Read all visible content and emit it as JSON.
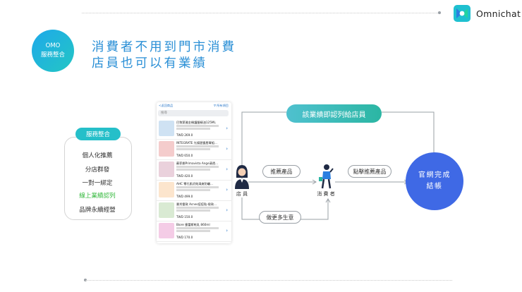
{
  "brand": {
    "name": "Omnichat"
  },
  "badge": {
    "line1": "OMO",
    "line2": "服務整合"
  },
  "headline": {
    "line1": "消費者不用到門市消費",
    "line2": "店員也可以有業績"
  },
  "services": {
    "title": "服務整合",
    "items": [
      "個人化推薦",
      "分店群發",
      "一對一綁定",
      "線上業績認列",
      "品牌永續經營"
    ],
    "highlight_index": 3,
    "highlight_color": "#35b93e"
  },
  "phone": {
    "back_label": "<返回商品",
    "filter_label": "∇ 所有項目",
    "search_placeholder": "搜尋",
    "products": [
      {
        "name": "巴黎萊雅金緻護髮精油125ML",
        "price": "TWD 269.0",
        "color": "#cfe2f3"
      },
      {
        "name": "INTEGRATE 光燦甜蜜唇膏組...",
        "price": "TWD 650.0",
        "color": "#f4cccc"
      },
      {
        "name": "蘇菲娜Primavista Ange清透...",
        "price": "TWD 420.0",
        "color": "#ead1dc"
      },
      {
        "name": "AHC 零孔肌初效清爽防曬...",
        "price": "TWD 499.0",
        "color": "#fce5cd"
      },
      {
        "name": "曼秀雷敦 Acnes痘痘貼-極致...",
        "price": "TWD 150.0",
        "color": "#d9ead3"
      },
      {
        "name": "Biore 蜜蕾斯乾乳 860ml",
        "price": "TWD 170.0",
        "color": "#f4cce6"
      }
    ]
  },
  "flow": {
    "top_tag": "該業績即認列給店員",
    "clerk_label": "店 員",
    "recommend_pill": "推薦產品",
    "consumer_label": "消 費 者",
    "click_pill": "點擊推薦產品",
    "more_business_pill": "做更多生意",
    "result_line1": "官網完成",
    "result_line2": "結帳"
  },
  "colors": {
    "accent_blue": "#2a8fd6",
    "teal": "#25bfc9",
    "result_blue": "#3f69e5"
  }
}
